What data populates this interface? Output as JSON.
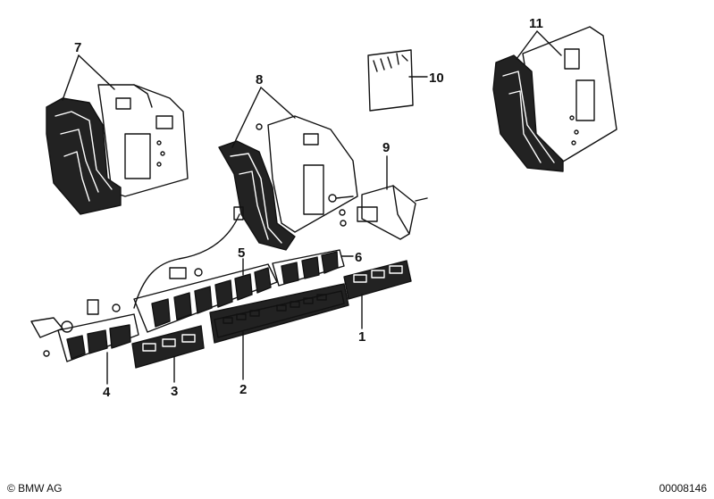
{
  "parts": {
    "p1": "1",
    "p2": "2",
    "p3": "3",
    "p4": "4",
    "p5": "5",
    "p6": "6",
    "p7": "7",
    "p8": "8",
    "p9": "9",
    "p10": "10",
    "p11": "11"
  },
  "footer": {
    "copyright": "© BMW AG",
    "drawing_id": "00008146"
  },
  "colors": {
    "line": "#111111",
    "background": "#ffffff"
  }
}
